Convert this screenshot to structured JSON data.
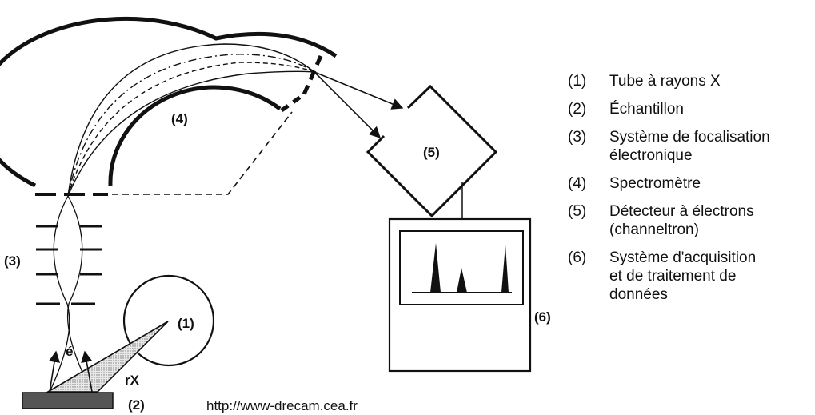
{
  "labels": {
    "tube": "(1)",
    "sample": "(2)",
    "focusing": "(3)",
    "spectrometer": "(4)",
    "detector": "(5)",
    "acquisition": "(6)",
    "electron": "é",
    "xray": "rX"
  },
  "url": "http://www-drecam.cea.fr",
  "legend": [
    {
      "num": "(1)",
      "lines": [
        "Tube à rayons X"
      ]
    },
    {
      "num": "(2)",
      "lines": [
        "Échantillon"
      ]
    },
    {
      "num": "(3)",
      "lines": [
        "Système de focalisation",
        "électronique"
      ]
    },
    {
      "num": "(4)",
      "lines": [
        "Spectromètre"
      ]
    },
    {
      "num": "(5)",
      "lines": [
        "Détecteur à électrons",
        "(channeltron)"
      ]
    },
    {
      "num": "(6)",
      "lines": [
        "Système d'acquisition",
        "et de traitement de",
        "données"
      ]
    }
  ]
}
